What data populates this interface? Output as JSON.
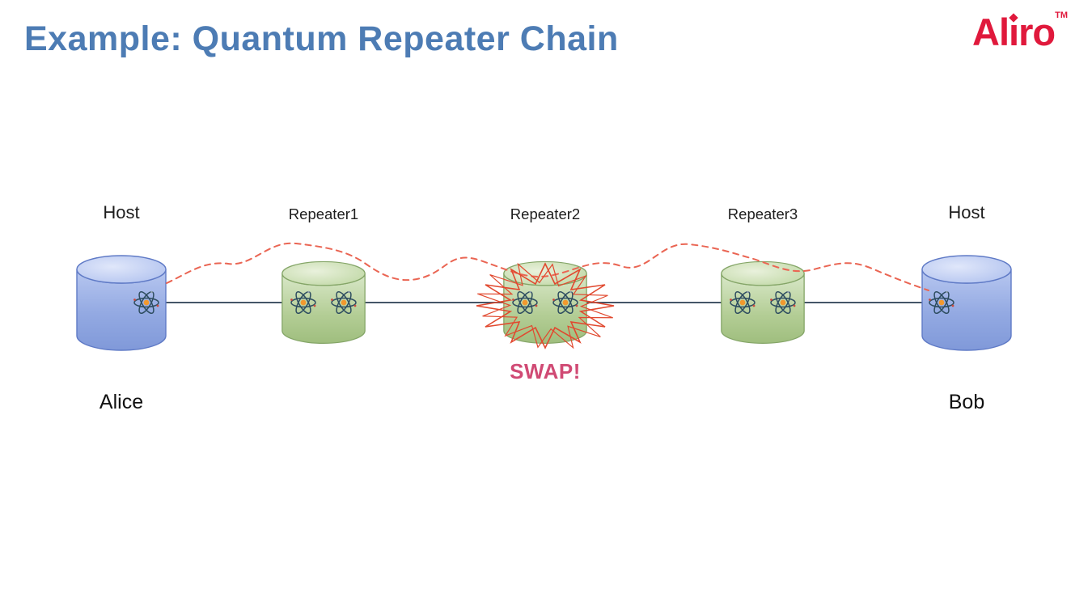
{
  "title": "Example: Quantum Repeater Chain",
  "logo": {
    "prefix": "Al",
    "i_letter": "ı",
    "suffix": "ro",
    "tm": "TM"
  },
  "swap": {
    "label": "SWAP!"
  },
  "nodes": [
    {
      "id": "host-alice",
      "type": "host",
      "label": "Host",
      "endpoint": "Alice"
    },
    {
      "id": "repeater1",
      "type": "repeater",
      "label": "Repeater1"
    },
    {
      "id": "repeater2",
      "type": "repeater",
      "label": "Repeater2"
    },
    {
      "id": "repeater3",
      "type": "repeater",
      "label": "Repeater3"
    },
    {
      "id": "host-bob",
      "type": "host",
      "label": "Host",
      "endpoint": "Bob"
    }
  ],
  "colors": {
    "title_text": "#4d7cb4",
    "logo_red": "#e0193c",
    "swap_text": "#d04a74",
    "host_cylinder": "#93a9e2",
    "repeater_cylinder": "#b3cd95",
    "link_line": "#455668",
    "entanglement_dashed": "#ea6553",
    "burst_outline": "#e1492f",
    "atom_orbit": "#2e4d60",
    "atom_nucleus": "#f2992e"
  }
}
